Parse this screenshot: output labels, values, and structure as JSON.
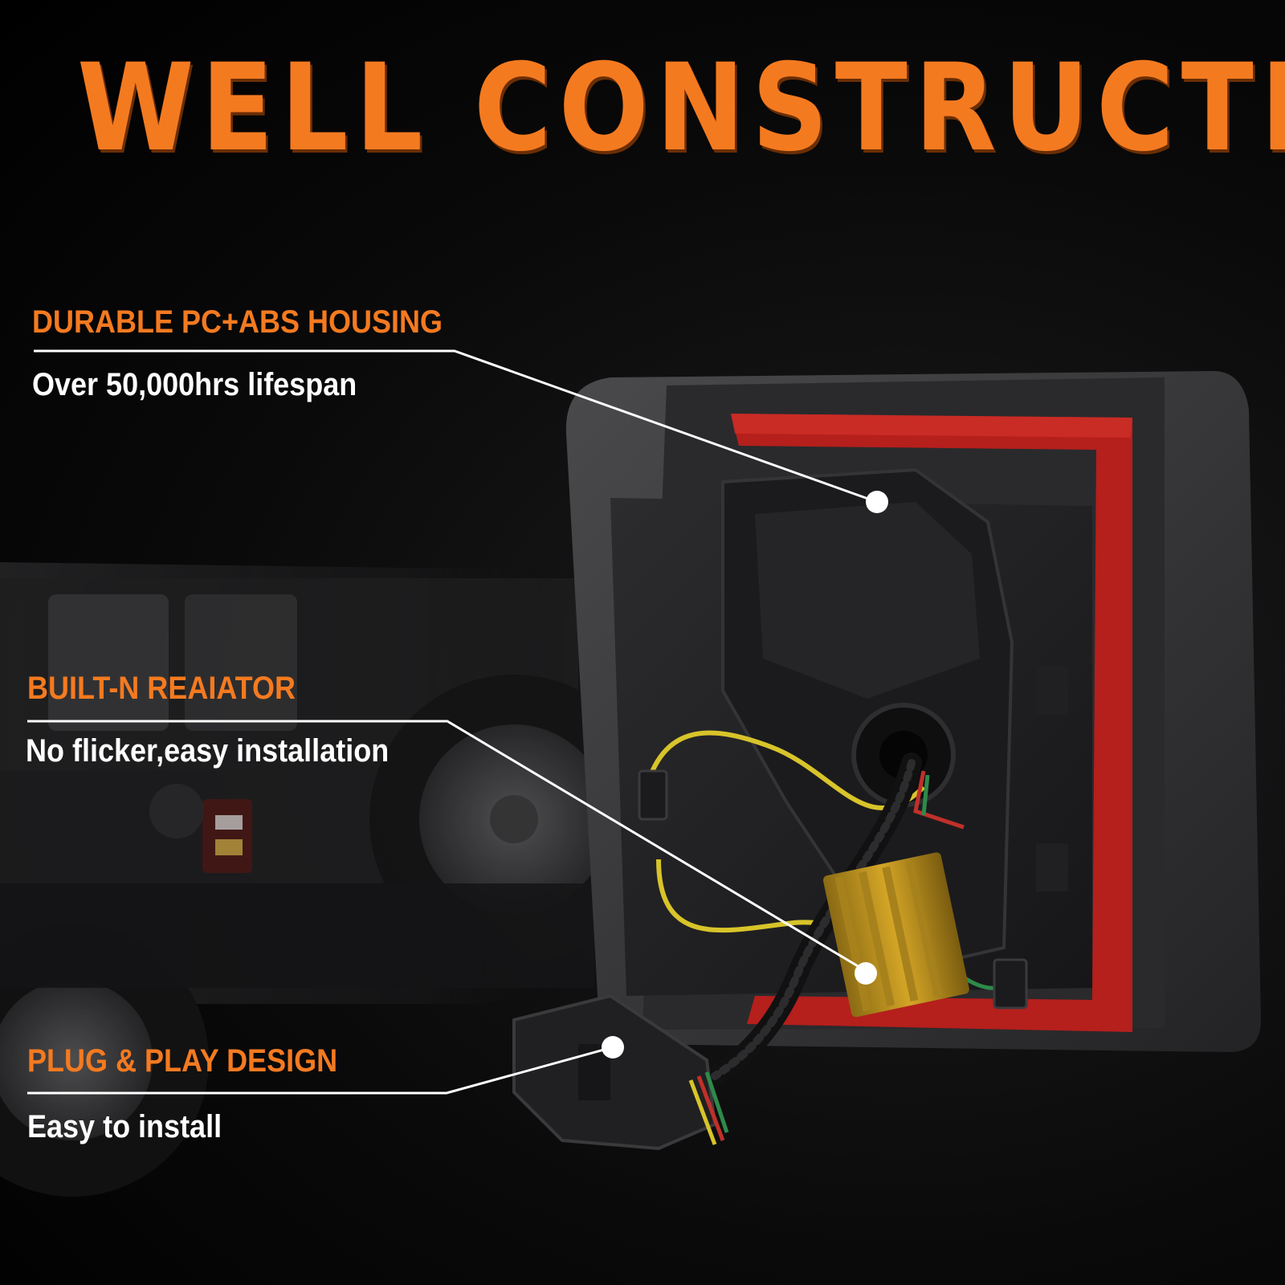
{
  "headline": "WELL CONSTRUCTED",
  "colors": {
    "accent": "#f47a20",
    "text": "#ffffff",
    "background": "#000000",
    "lens_red": "#b51f1c"
  },
  "features": [
    {
      "title": "DURABLE PC+ABS HOUSING",
      "description": "Over 50,000hrs lifespan"
    },
    {
      "title": "BUILT-N REAIATOR",
      "description": "No flicker,easy installation"
    },
    {
      "title": "PLUG & PLAY DESIGN",
      "description": "Easy to install"
    }
  ],
  "illustration": {
    "subject": "tail-light-rear-housing",
    "background": "jeep-rear-view"
  }
}
